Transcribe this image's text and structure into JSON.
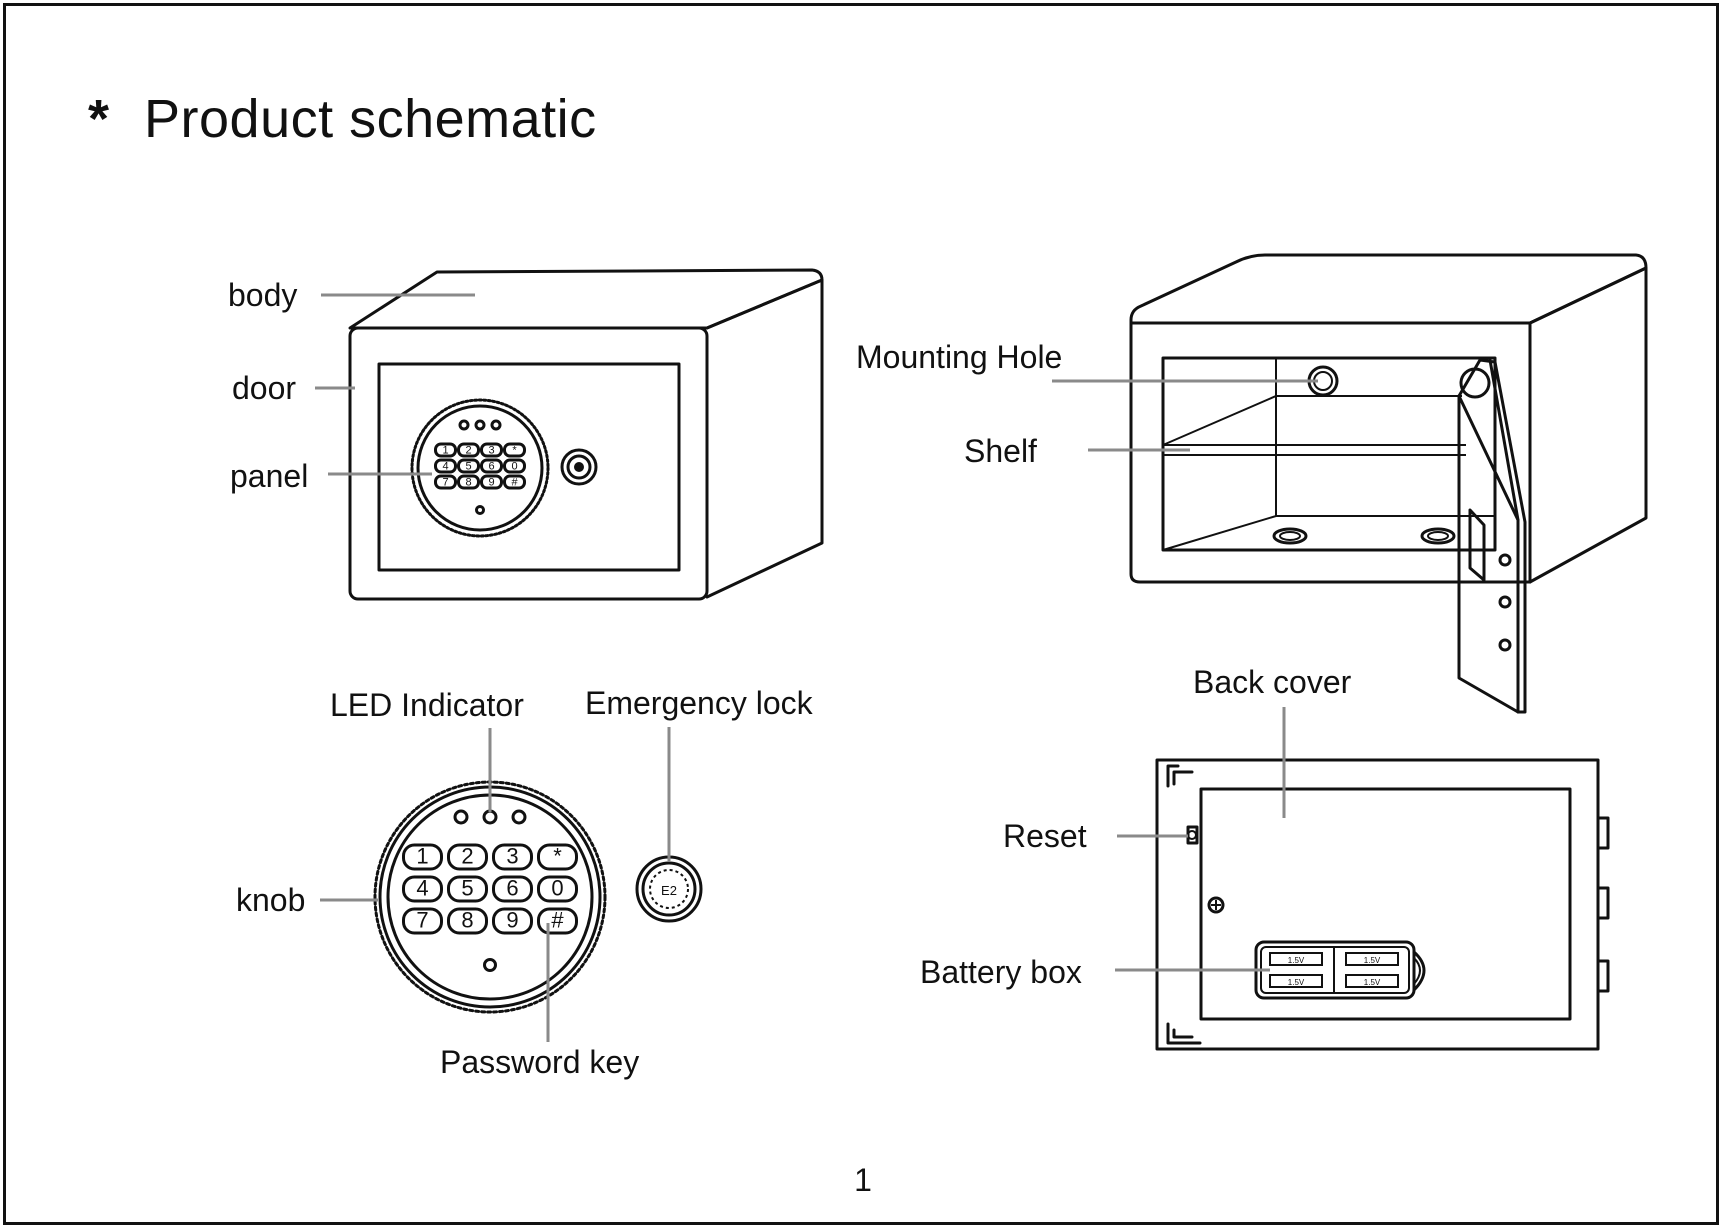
{
  "header": {
    "bullet": "*",
    "title": "Product schematic"
  },
  "labels": {
    "body": "body",
    "door": "door",
    "panel": "panel",
    "mounting_hole": "Mounting Hole",
    "shelf": "Shelf",
    "led_indicator": "LED Indicator",
    "emergency_lock": "Emergency lock",
    "knob": "knob",
    "password_key": "Password key",
    "back_cover": "Back cover",
    "reset": "Reset",
    "battery_box": "Battery box"
  },
  "keypad": {
    "keys": [
      "1",
      "2",
      "3",
      "*",
      "4",
      "5",
      "6",
      "0",
      "7",
      "8",
      "9",
      "#"
    ]
  },
  "emergency_lock_mark": "E2",
  "battery_marks": [
    "1.5V",
    "1.5V",
    "1.5V",
    "1.5V"
  ],
  "footer": {
    "page_number": "1"
  }
}
